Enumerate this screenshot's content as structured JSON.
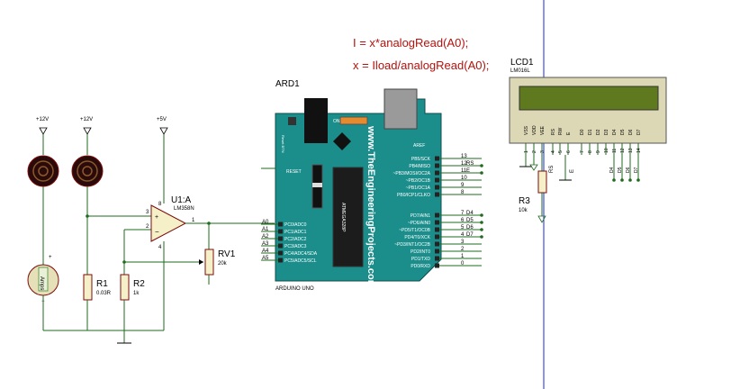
{
  "annotations": {
    "eq1": "I = x*analogRead(A0);",
    "eq2": "x = Iload/analogRead(A0);"
  },
  "arduino": {
    "ref": "ARD1",
    "footer": "ARDUINO UNO",
    "brand": "www.TheEngineeringProjects.com",
    "reset": "RESET",
    "reset_btn": "Reset BTN",
    "on": "ON",
    "aref": "AREF",
    "chip": "ATMEGA328P",
    "analog_pins": [
      {
        "name": "A0",
        "func": "PC0/ADC0"
      },
      {
        "name": "A1",
        "func": "PC1/ADC1"
      },
      {
        "name": "A2",
        "func": "PC2/ADC2"
      },
      {
        "name": "A3",
        "func": "PC3/ADC3"
      },
      {
        "name": "A4",
        "func": "PC4/ADC4/SDA"
      },
      {
        "name": "A5",
        "func": "PC5/ADC5/SCL"
      }
    ],
    "digital_top": [
      {
        "num": "13",
        "func": "PB5/SCK",
        "net": ""
      },
      {
        "num": "12",
        "func": "PB4/MISO",
        "net": "RS"
      },
      {
        "num": "11",
        "func": "~PB3/MOSI/OC2A",
        "net": "E"
      },
      {
        "num": "10",
        "func": "~PB2/OC1B",
        "net": ""
      },
      {
        "num": "9",
        "func": "~PB1/OC1A",
        "net": ""
      },
      {
        "num": "8",
        "func": "PB0/ICP1/CLKO",
        "net": ""
      }
    ],
    "digital_bottom": [
      {
        "num": "7",
        "func": "PD7/AIN1",
        "net": "D4"
      },
      {
        "num": "6",
        "func": "~PD6/AIN0",
        "net": "D5"
      },
      {
        "num": "5",
        "func": "~PD5/T1/OC0B",
        "net": "D6"
      },
      {
        "num": "4",
        "func": "PD4/T0/XCK",
        "net": "D7"
      },
      {
        "num": "3",
        "func": "~PD3/INT1/OC2B",
        "net": ""
      },
      {
        "num": "2",
        "func": "PD2/INT0",
        "net": ""
      },
      {
        "num": "1",
        "func": "PD1/TXD",
        "net": ""
      },
      {
        "num": "0",
        "func": "PD0/RXD",
        "net": ""
      }
    ]
  },
  "lcd": {
    "ref": "LCD1",
    "model": "LM016L",
    "pins": [
      {
        "num": "1",
        "name": "VSS"
      },
      {
        "num": "2",
        "name": "VDD"
      },
      {
        "num": "3",
        "name": "VEE"
      },
      {
        "num": "4",
        "name": "RS"
      },
      {
        "num": "5",
        "name": "RW"
      },
      {
        "num": "6",
        "name": "E"
      },
      {
        "num": "7",
        "name": "D0"
      },
      {
        "num": "8",
        "name": "D1"
      },
      {
        "num": "9",
        "name": "D2"
      },
      {
        "num": "10",
        "name": "D3"
      },
      {
        "num": "11",
        "name": "D4"
      },
      {
        "num": "12",
        "name": "D5"
      },
      {
        "num": "13",
        "name": "D6"
      },
      {
        "num": "14",
        "name": "D7"
      }
    ],
    "net_rs": "RS",
    "net_e": "E",
    "nets_d": [
      "D4",
      "D5",
      "D6",
      "D7"
    ]
  },
  "opamp": {
    "ref": "U1:A",
    "model": "LM358N",
    "pin3": "3",
    "pin2": "2",
    "pin1": "1",
    "pin8": "8",
    "pin4": "4"
  },
  "supplies": [
    {
      "label": "+12V"
    },
    {
      "label": "+12V"
    },
    {
      "label": "+5V"
    }
  ],
  "r1": {
    "ref": "R1",
    "value": "0.03R"
  },
  "r2": {
    "ref": "R2",
    "value": "1k"
  },
  "r3": {
    "ref": "R3",
    "value": "10k"
  },
  "rv1": {
    "ref": "RV1",
    "value": "20k"
  },
  "meter": {
    "label": "Amps"
  },
  "colors": {
    "wire": "#1f6b1f",
    "board": "#1b8e8c",
    "lcd_screen": "#5f7a1e",
    "annotation": "#b3120e",
    "divider": "#1a2ad6"
  }
}
